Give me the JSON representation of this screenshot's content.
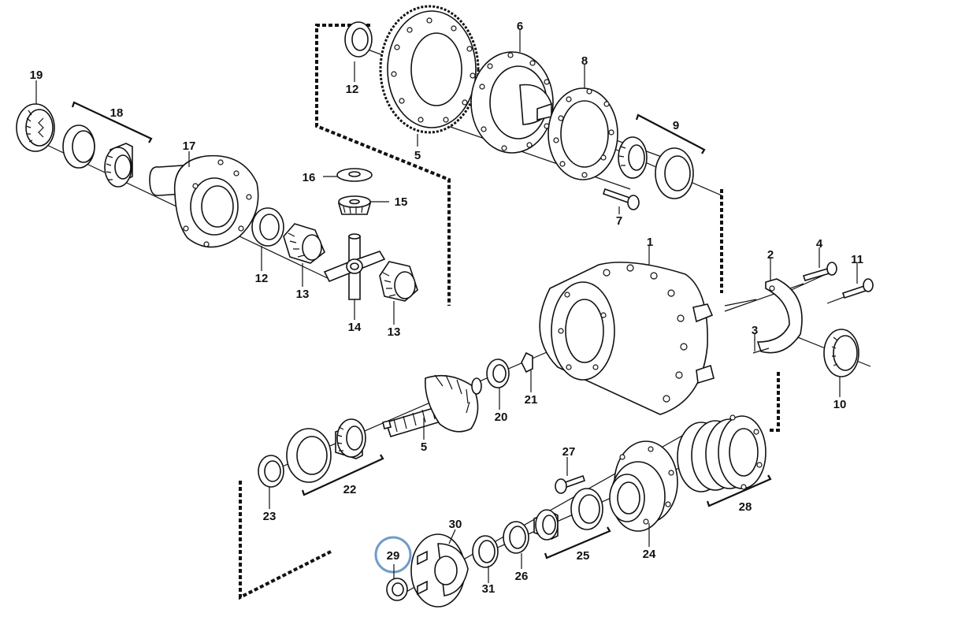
{
  "diagram": {
    "highlight_color": "#6f9cc8",
    "highlighted_label": "29",
    "labels": {
      "p1": "1",
      "p2": "2",
      "p3": "3",
      "p4": "4",
      "p5a": "5",
      "p5b": "5",
      "p6": "6",
      "p7": "7",
      "p8": "8",
      "p9": "9",
      "p10": "10",
      "p11": "11",
      "p12a": "12",
      "p12b": "12",
      "p13a": "13",
      "p13b": "13",
      "p14": "14",
      "p15": "15",
      "p16": "16",
      "p17": "17",
      "p18": "18",
      "p19": "19",
      "p20": "20",
      "p21": "21",
      "p22": "22",
      "p23": "23",
      "p24": "24",
      "p25": "25",
      "p26": "26",
      "p27": "27",
      "p28": "28",
      "p29": "29",
      "p30": "30",
      "p31": "31"
    }
  }
}
